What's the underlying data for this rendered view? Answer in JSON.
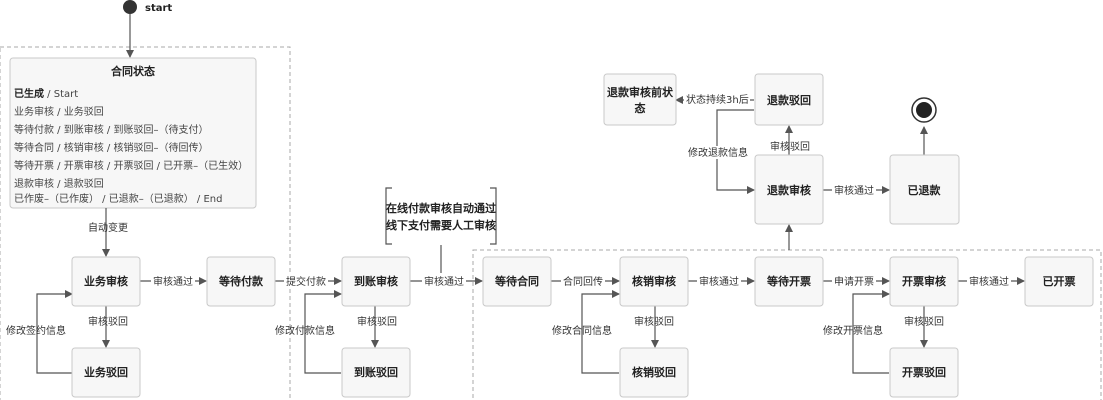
{
  "start_label": "start",
  "legend": {
    "title": "合同状态",
    "lines": [
      {
        "strong": "已生成",
        "rest": " / Start"
      },
      {
        "strong": "",
        "rest": "业务审核 / 业务驳回"
      },
      {
        "strong": "",
        "rest": "等待付款 / 到账审核 / 到账驳回–（待支付）"
      },
      {
        "strong": "",
        "rest": "等待合同 / 核销审核 / 核销驳回–（待回传）"
      },
      {
        "strong": "",
        "rest": "等待开票 / 开票审核 / 开票驳回 / 已开票–（已生效）"
      },
      {
        "strong": "",
        "rest": "退款审核 / 退款驳回"
      },
      {
        "strong": "",
        "rest": "已作废–（已作废） / 已退款–（已退款）  / End"
      }
    ]
  },
  "states": {
    "s1": "业务审核",
    "s2": "业务驳回",
    "s3": "等待付款",
    "s4": "到账审核",
    "s5": "到账驳回",
    "s6": "等待合同",
    "s7": "核销审核",
    "s8": "核销驳回",
    "s9": "等待开票",
    "s10": "开票审核",
    "s11": "开票驳回",
    "s12": "已开票",
    "s13": "退款审核",
    "s14": "退款驳回",
    "s15a": "退款审核前状",
    "s15b": "态",
    "s16": "已退款"
  },
  "note": {
    "line1": "在线付款审核自动通过",
    "line2": "线下支付需要人工审核"
  },
  "labels": {
    "auto_change": "自动变更",
    "approve1": "审核通过",
    "submit_pay": "提交付款",
    "approve2": "审核通过",
    "contract_return": "合同回传",
    "approve3": "审核通过",
    "apply_invoice": "申请开票",
    "approve4": "审核通过",
    "reject1": "审核驳回",
    "modify_sign": "修改签约信息",
    "reject2": "审核驳回",
    "modify_pay": "修改付款信息",
    "reject3": "审核驳回",
    "modify_contract": "修改合同信息",
    "reject4": "审核驳回",
    "modify_invoice": "修改开票信息",
    "refund_approve": "审核通过",
    "refund_reject": "审核驳回",
    "modify_refund": "修改退款信息",
    "status_3h": "状态持续3h后"
  }
}
